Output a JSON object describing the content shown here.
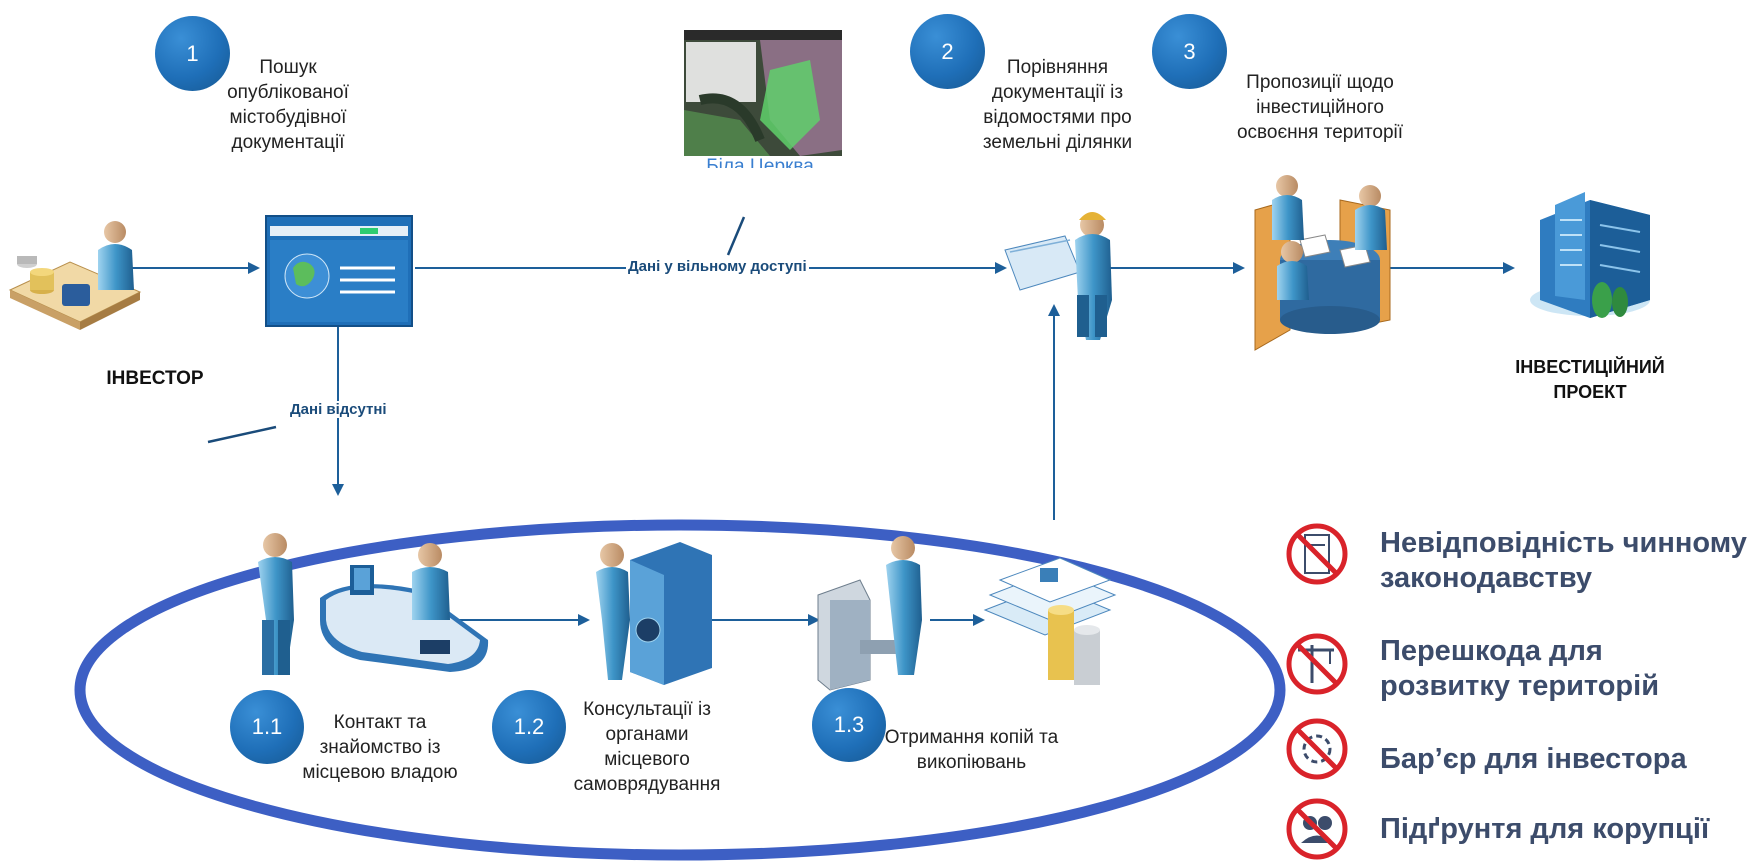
{
  "steps": {
    "s1": {
      "number": "1",
      "text": "Пошук опублікованої містобудівної документації"
    },
    "s2": {
      "number": "2",
      "text": "Порівняння документації із відомостями про земельні ділянки"
    },
    "s3": {
      "number": "3",
      "text": "Пропозиції щодо інвестиційного освоєння території"
    },
    "s11": {
      "number": "1.1",
      "text": "Контакт та знайомство із місцевою владою"
    },
    "s12": {
      "number": "1.2",
      "text": "Консультації із органами місцевого самоврядування"
    },
    "s13": {
      "number": "1.3",
      "text": "Отримання копій та викопіювань"
    }
  },
  "actors": {
    "investor": "ІНВЕСТОР",
    "project": "ІНВЕСТИЦІЙНИЙ ПРОЕКТ"
  },
  "flows": {
    "open_data": "Дані у вільному доступі",
    "no_data": "Дані відсутні"
  },
  "map": {
    "caption": "Біла Церква"
  },
  "legend": [
    {
      "icon": "legislation-prohibited-icon",
      "text": "Невідповідність чинному законодавству"
    },
    {
      "icon": "crane-prohibited-icon",
      "text": "Перешкода для розвитку територій"
    },
    {
      "icon": "barrier-prohibited-icon",
      "text": "Бар’єр для інвестора"
    },
    {
      "icon": "corruption-prohibited-icon",
      "text": "Підґрунтя для корупції"
    }
  ],
  "colors": {
    "accent": "#1f6fb8",
    "ellipse": "#3d5fc4",
    "arrow": "#1d5f9a",
    "prohibit": "#d9232a"
  }
}
